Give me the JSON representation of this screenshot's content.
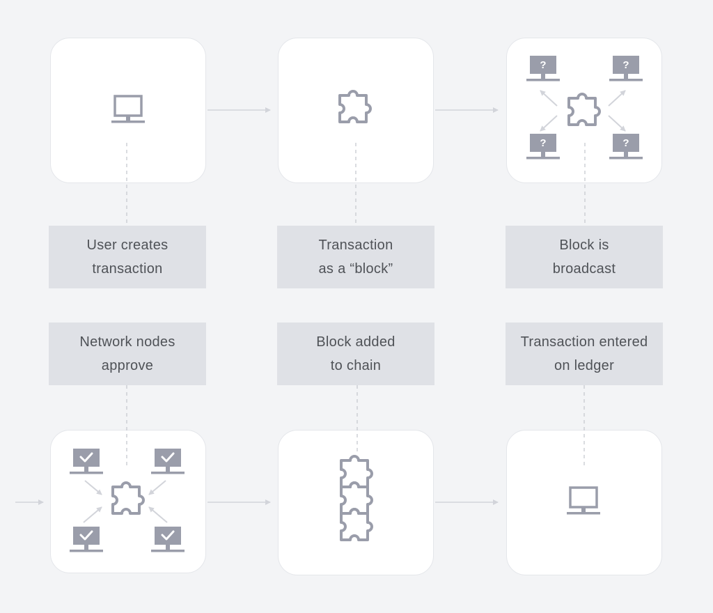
{
  "colors": {
    "background": "#f3f4f6",
    "card": "#ffffff",
    "card_border": "#e4e6ea",
    "label_bg": "#dfe1e6",
    "label_text": "#4f5257",
    "icon": "#9a9daa",
    "connector": "#d2d4da"
  },
  "steps": [
    {
      "label": "User creates\ntransaction",
      "icon": "computer-icon"
    },
    {
      "label": "Transaction\nas a “block”",
      "icon": "puzzle-piece-icon"
    },
    {
      "label": "Block is\nbroadcast",
      "icon": "broadcast-network-icon"
    },
    {
      "label": "Network nodes\napprove",
      "icon": "approve-network-icon"
    },
    {
      "label": "Block added\nto chain",
      "icon": "puzzle-chain-icon"
    },
    {
      "label": "Transaction entered\non ledger",
      "icon": "computer-icon"
    }
  ],
  "unknown_node_mark": "?"
}
